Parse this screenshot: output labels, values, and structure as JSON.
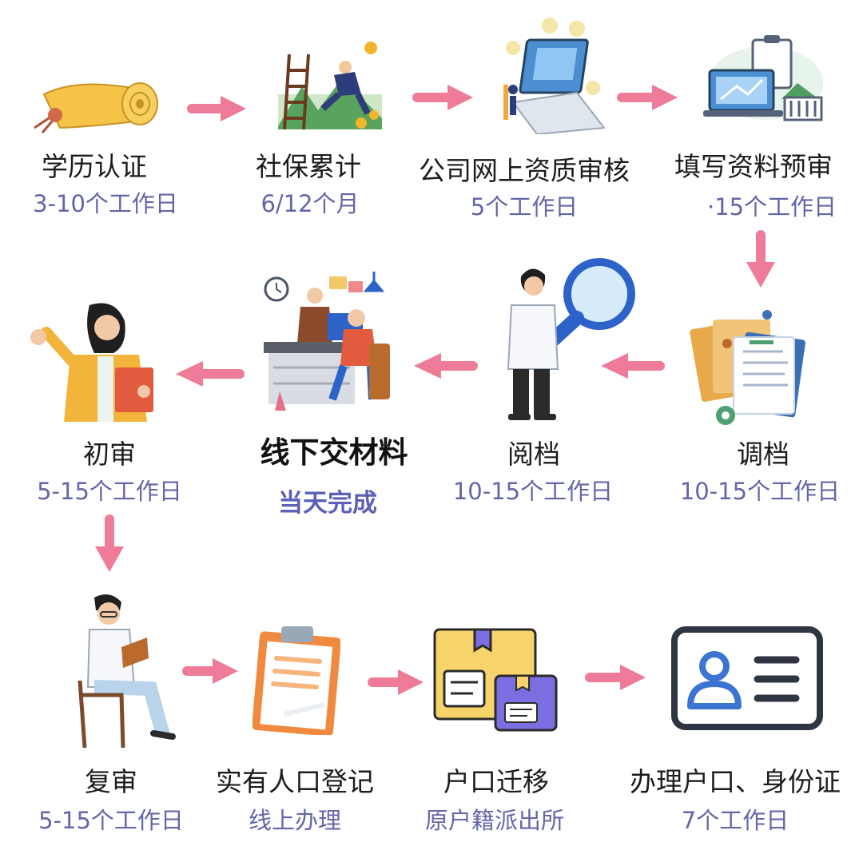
{
  "steps": [
    {
      "label": "学历认证",
      "duration": "3-10个工作日",
      "icon": "diploma-scroll-icon"
    },
    {
      "label": "社保累计",
      "duration": "6/12个月",
      "icon": "climbing-ladder-icon"
    },
    {
      "label": "公司网上资质审核",
      "duration": "5个工作日",
      "icon": "laptop-review-icon"
    },
    {
      "label": "填写资料预审",
      "duration": "·15个工作日",
      "icon": "computer-clipboard-icon"
    },
    {
      "label": "调档",
      "duration": "10-15个工作日",
      "icon": "file-folders-icon"
    },
    {
      "label": "阅档",
      "duration": "10-15个工作日",
      "icon": "magnifier-doctor-icon"
    },
    {
      "label": "线下交材料",
      "duration": "当天完成",
      "icon": "office-counter-icon"
    },
    {
      "label": "初审",
      "duration": "5-15个工作日",
      "icon": "woman-presenting-icon"
    },
    {
      "label": "复审",
      "duration": "5-15个工作日",
      "icon": "man-reading-icon"
    },
    {
      "label": "实有人口登记",
      "duration": "线上办理",
      "icon": "clipboard-icon"
    },
    {
      "label": "户口迁移",
      "duration": "原户籍派出所",
      "icon": "moving-boxes-icon"
    },
    {
      "label": "办理户口、身份证",
      "duration": "7个工作日",
      "icon": "id-card-icon"
    }
  ],
  "colors": {
    "arrow": "#ee7b97",
    "duration": "#6366a8",
    "label": "#1c1c1c"
  }
}
